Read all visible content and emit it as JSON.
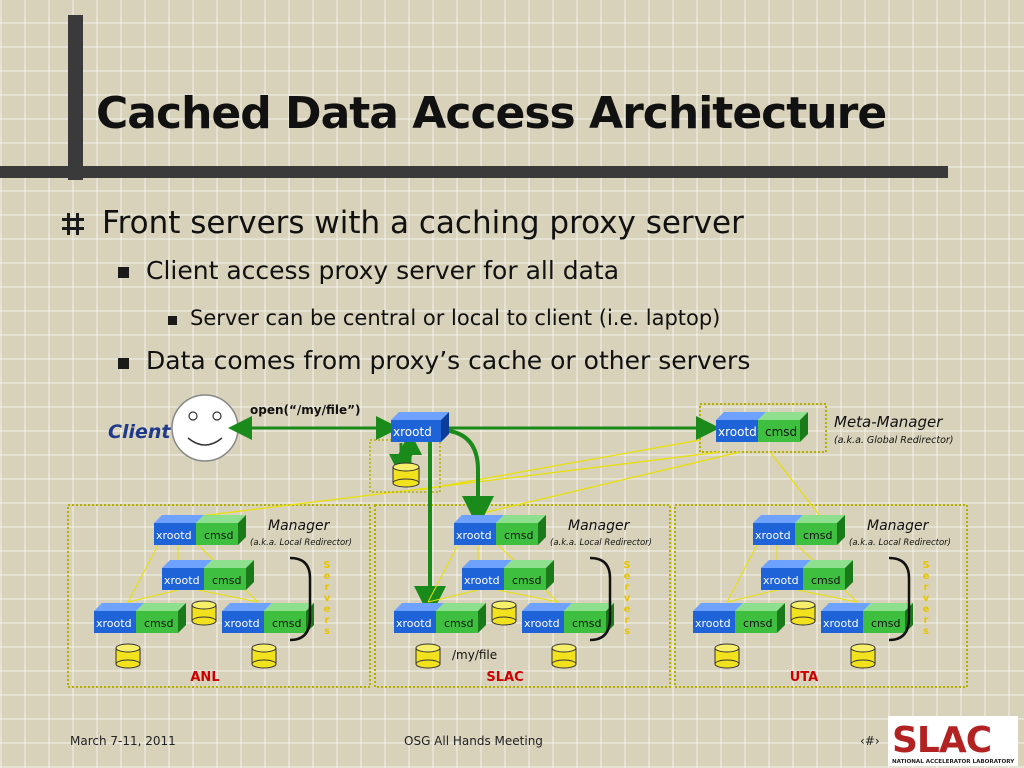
{
  "slide": {
    "title": "Cached Data Access Architecture",
    "bullets": {
      "b1": "Front servers with a caching proxy server",
      "b2": "Client access proxy server for all data",
      "b3": "Server can be central or local to client (i.e. laptop)",
      "b4": "Data comes from proxy’s cache or other servers"
    }
  },
  "diagram": {
    "client_label": "Client",
    "open_label": "open(“/my/file”)",
    "xrootd": "xrootd",
    "cmsd": "cmsd",
    "meta_manager": "Meta-Manager",
    "meta_manager_sub": "(a.k.a. Global Redirector)",
    "manager": "Manager",
    "manager_sub": "(a.k.a. Local Redirector)",
    "servers_label": [
      "S",
      "e",
      "r",
      "v",
      "e",
      "r",
      "s"
    ],
    "file_label": "/my/file",
    "sites": [
      "ANL",
      "SLAC",
      "UTA"
    ]
  },
  "footer": {
    "date": "March 7-11, 2011",
    "event": "OSG All Hands Meeting",
    "page": "‹#›"
  },
  "logo": {
    "name": "SLAC",
    "subtitle": "NATIONAL ACCELERATOR LABORATORY"
  },
  "colors": {
    "xrootd_blue": "#1f63d8",
    "cmsd_green": "#3fbf3f",
    "arrow_green": "#1a8a1a",
    "disk_yellow": "#f2e21e",
    "site_label_red": "#cc0000",
    "title_bar": "#3a3a3a",
    "logo_red": "#b22222"
  }
}
